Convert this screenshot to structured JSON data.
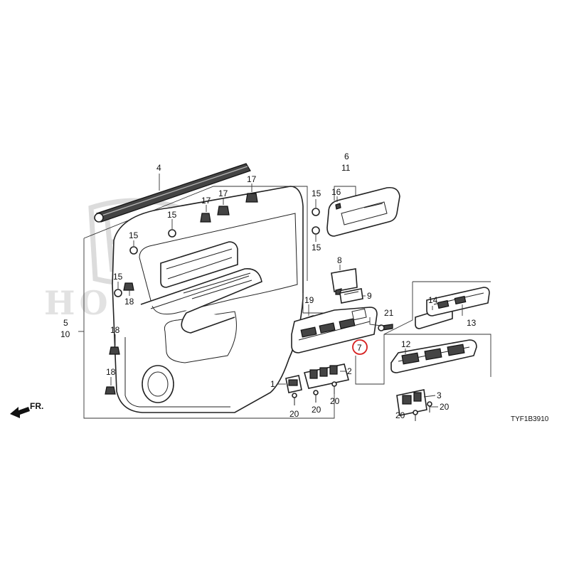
{
  "diagram": {
    "drawing_code": "TYF1B3910",
    "front_label": "FR.",
    "watermark_text": "HONDA",
    "highlight_color": "#d62020",
    "callouts": [
      {
        "id": "c4",
        "label": "4"
      },
      {
        "id": "c17a",
        "label": "17"
      },
      {
        "id": "c17b",
        "label": "17"
      },
      {
        "id": "c17c",
        "label": "17"
      },
      {
        "id": "c15a",
        "label": "15"
      },
      {
        "id": "c15b",
        "label": "15"
      },
      {
        "id": "c15c",
        "label": "15"
      },
      {
        "id": "c15d",
        "label": "15"
      },
      {
        "id": "c15e",
        "label": "15"
      },
      {
        "id": "c16",
        "label": "16"
      },
      {
        "id": "c6",
        "label": "6"
      },
      {
        "id": "c11",
        "label": "11"
      },
      {
        "id": "c18a",
        "label": "18"
      },
      {
        "id": "c18b",
        "label": "18"
      },
      {
        "id": "c18c",
        "label": "18"
      },
      {
        "id": "c5",
        "label": "5"
      },
      {
        "id": "c10",
        "label": "10"
      },
      {
        "id": "c8",
        "label": "8"
      },
      {
        "id": "c9",
        "label": "9"
      },
      {
        "id": "c19",
        "label": "19"
      },
      {
        "id": "c21",
        "label": "21"
      },
      {
        "id": "c7",
        "label": "7"
      },
      {
        "id": "c14",
        "label": "14"
      },
      {
        "id": "c13",
        "label": "13"
      },
      {
        "id": "c12",
        "label": "12"
      },
      {
        "id": "c1",
        "label": "1"
      },
      {
        "id": "c2",
        "label": "2"
      },
      {
        "id": "c3",
        "label": "3"
      },
      {
        "id": "c20a",
        "label": "20"
      },
      {
        "id": "c20b",
        "label": "20"
      },
      {
        "id": "c20c",
        "label": "20"
      },
      {
        "id": "c20d",
        "label": "20"
      },
      {
        "id": "c20e",
        "label": "20"
      }
    ]
  }
}
